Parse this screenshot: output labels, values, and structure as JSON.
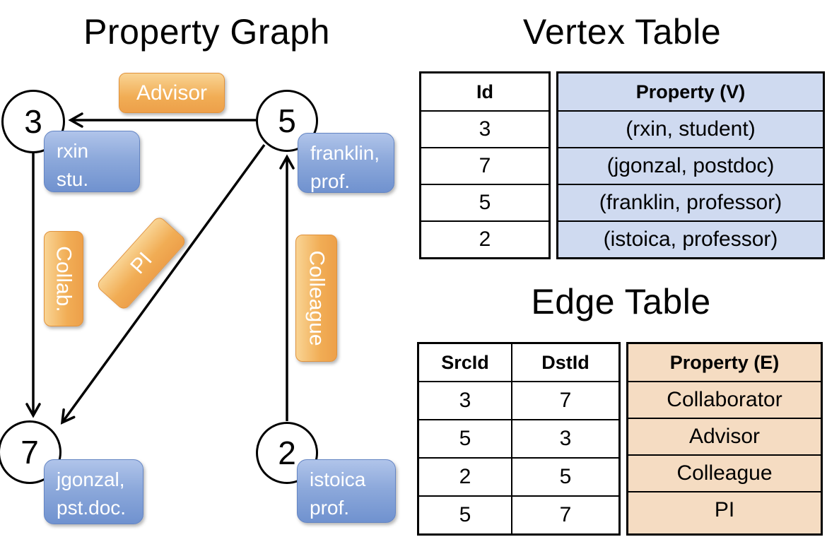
{
  "graph": {
    "title": "Property Graph",
    "vertices": [
      {
        "id": "3",
        "name": "rxin",
        "role": "stu."
      },
      {
        "id": "5",
        "name": "franklin,",
        "role": "prof."
      },
      {
        "id": "7",
        "name": "jgonzal,",
        "role": "pst.doc."
      },
      {
        "id": "2",
        "name": "istoica",
        "role": "prof."
      }
    ],
    "edges": [
      {
        "label": "Advisor",
        "src": "5",
        "dst": "3"
      },
      {
        "label": "Collab.",
        "src": "3",
        "dst": "7"
      },
      {
        "label": "PI",
        "src": "5",
        "dst": "7"
      },
      {
        "label": "Colleague",
        "src": "2",
        "dst": "5"
      }
    ]
  },
  "vertex_table": {
    "title": "Vertex Table",
    "columns": [
      "Id",
      "Property (V)"
    ],
    "rows": [
      [
        "3",
        "(rxin, student)"
      ],
      [
        "7",
        "(jgonzal, postdoc)"
      ],
      [
        "5",
        "(franklin, professor)"
      ],
      [
        "2",
        "(istoica, professor)"
      ]
    ]
  },
  "edge_table": {
    "title": "Edge Table",
    "columns": [
      "SrcId",
      "DstId",
      "Property (E)"
    ],
    "rows": [
      [
        "3",
        "7",
        "Collaborator"
      ],
      [
        "5",
        "3",
        "Advisor"
      ],
      [
        "2",
        "5",
        "Colleague"
      ],
      [
        "5",
        "7",
        "PI"
      ]
    ]
  },
  "colors": {
    "edge_label_orange": "#f1ad55",
    "vertex_label_blue": "#7092cf",
    "vertex_table_fill": "#cfdaf0",
    "edge_table_fill": "#f5dcc2",
    "line_black": "#000000"
  }
}
